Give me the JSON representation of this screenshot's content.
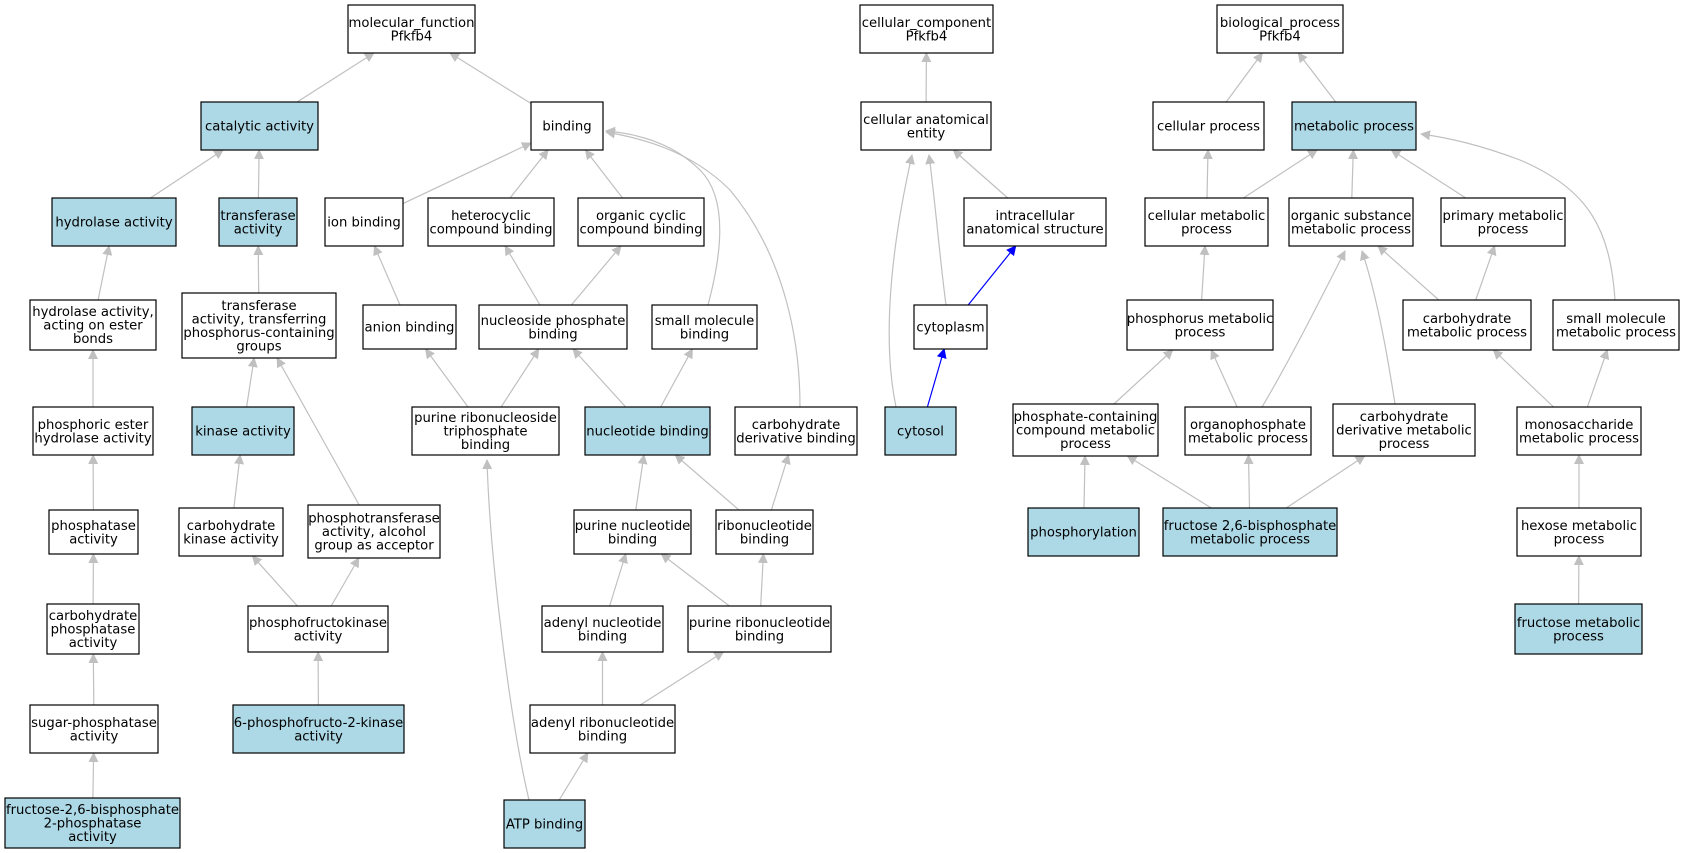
{
  "graph": {
    "colors": {
      "annotated_fill": "#add8e6",
      "plain_fill": "#ffffff",
      "border": "#000000",
      "edge_grey": "#c0c0c0",
      "edge_highlight": "#0000ff"
    },
    "nodes": [
      {
        "id": "mf",
        "lines": [
          "molecular_function",
          "Pfkfb4"
        ],
        "annotated": false
      },
      {
        "id": "catalytic",
        "lines": [
          "catalytic activity"
        ],
        "annotated": true
      },
      {
        "id": "binding",
        "lines": [
          "binding"
        ],
        "annotated": false
      },
      {
        "id": "hydrolase",
        "lines": [
          "hydrolase activity"
        ],
        "annotated": true
      },
      {
        "id": "transferase",
        "lines": [
          "transferase",
          "activity"
        ],
        "annotated": true
      },
      {
        "id": "ionbinding",
        "lines": [
          "ion binding"
        ],
        "annotated": false
      },
      {
        "id": "hetcyc",
        "lines": [
          "heterocyclic",
          "compound binding"
        ],
        "annotated": false
      },
      {
        "id": "orgcyc",
        "lines": [
          "organic cyclic",
          "compound binding"
        ],
        "annotated": false
      },
      {
        "id": "hydester",
        "lines": [
          "hydrolase activity,",
          "acting on ester",
          "bonds"
        ],
        "annotated": false
      },
      {
        "id": "transphos",
        "lines": [
          "transferase",
          "activity, transferring",
          "phosphorus-containing",
          "groups"
        ],
        "annotated": false
      },
      {
        "id": "anion",
        "lines": [
          "anion binding"
        ],
        "annotated": false
      },
      {
        "id": "nucphos",
        "lines": [
          "nucleoside phosphate",
          "binding"
        ],
        "annotated": false
      },
      {
        "id": "smallmol",
        "lines": [
          "small molecule",
          "binding"
        ],
        "annotated": false
      },
      {
        "id": "phosester",
        "lines": [
          "phosphoric ester",
          "hydrolase activity"
        ],
        "annotated": false
      },
      {
        "id": "kinase",
        "lines": [
          "kinase activity"
        ],
        "annotated": true
      },
      {
        "id": "purtri",
        "lines": [
          "purine ribonucleoside",
          "triphosphate",
          "binding"
        ],
        "annotated": false
      },
      {
        "id": "nucleotide",
        "lines": [
          "nucleotide binding"
        ],
        "annotated": true
      },
      {
        "id": "carbder",
        "lines": [
          "carbohydrate",
          "derivative binding"
        ],
        "annotated": false
      },
      {
        "id": "phosphatase",
        "lines": [
          "phosphatase",
          "activity"
        ],
        "annotated": false
      },
      {
        "id": "carbkin",
        "lines": [
          "carbohydrate",
          "kinase activity"
        ],
        "annotated": false
      },
      {
        "id": "phostrans",
        "lines": [
          "phosphotransferase",
          "activity, alcohol",
          "group as acceptor"
        ],
        "annotated": false
      },
      {
        "id": "purnuc",
        "lines": [
          "purine nucleotide",
          "binding"
        ],
        "annotated": false
      },
      {
        "id": "ribonuc",
        "lines": [
          "ribonucleotide",
          "binding"
        ],
        "annotated": false
      },
      {
        "id": "carbphosphatase",
        "lines": [
          "carbohydrate",
          "phosphatase",
          "activity"
        ],
        "annotated": false
      },
      {
        "id": "pfk",
        "lines": [
          "phosphofructokinase",
          "activity"
        ],
        "annotated": false
      },
      {
        "id": "adenylnuc",
        "lines": [
          "adenyl nucleotide",
          "binding"
        ],
        "annotated": false
      },
      {
        "id": "purribo",
        "lines": [
          "purine ribonucleotide",
          "binding"
        ],
        "annotated": false
      },
      {
        "id": "sugarphos",
        "lines": [
          "sugar-phosphatase",
          "activity"
        ],
        "annotated": false
      },
      {
        "id": "pfk2",
        "lines": [
          "6-phosphofructo-2-kinase",
          "activity"
        ],
        "annotated": true
      },
      {
        "id": "adenylribo",
        "lines": [
          "adenyl ribonucleotide",
          "binding"
        ],
        "annotated": false
      },
      {
        "id": "f26bp2p",
        "lines": [
          "fructose-2,6-bisphosphate",
          "2-phosphatase",
          "activity"
        ],
        "annotated": true
      },
      {
        "id": "atp",
        "lines": [
          "ATP binding"
        ],
        "annotated": true
      },
      {
        "id": "cc",
        "lines": [
          "cellular_component",
          "Pfkfb4"
        ],
        "annotated": false
      },
      {
        "id": "cae",
        "lines": [
          "cellular anatomical",
          "entity"
        ],
        "annotated": false
      },
      {
        "id": "intra",
        "lines": [
          "intracellular",
          "anatomical structure"
        ],
        "annotated": false
      },
      {
        "id": "cytoplasm",
        "lines": [
          "cytoplasm"
        ],
        "annotated": false
      },
      {
        "id": "cytosol",
        "lines": [
          "cytosol"
        ],
        "annotated": true
      },
      {
        "id": "bp",
        "lines": [
          "biological_process",
          "Pfkfb4"
        ],
        "annotated": false
      },
      {
        "id": "cellproc",
        "lines": [
          "cellular process"
        ],
        "annotated": false
      },
      {
        "id": "metproc",
        "lines": [
          "metabolic process"
        ],
        "annotated": true
      },
      {
        "id": "cellmet",
        "lines": [
          "cellular metabolic",
          "process"
        ],
        "annotated": false
      },
      {
        "id": "orgsub",
        "lines": [
          "organic substance",
          "metabolic process"
        ],
        "annotated": false
      },
      {
        "id": "primet",
        "lines": [
          "primary metabolic",
          "process"
        ],
        "annotated": false
      },
      {
        "id": "phosmet",
        "lines": [
          "phosphorus metabolic",
          "process"
        ],
        "annotated": false
      },
      {
        "id": "carbmet",
        "lines": [
          "carbohydrate",
          "metabolic process"
        ],
        "annotated": false
      },
      {
        "id": "smallmet",
        "lines": [
          "small molecule",
          "metabolic process"
        ],
        "annotated": false
      },
      {
        "id": "phoscont",
        "lines": [
          "phosphate-containing",
          "compound metabolic",
          "process"
        ],
        "annotated": false
      },
      {
        "id": "organophos",
        "lines": [
          "organophosphate",
          "metabolic process"
        ],
        "annotated": false
      },
      {
        "id": "carbdermet",
        "lines": [
          "carbohydrate",
          "derivative metabolic",
          "process"
        ],
        "annotated": false
      },
      {
        "id": "monosac",
        "lines": [
          "monosaccharide",
          "metabolic process"
        ],
        "annotated": false
      },
      {
        "id": "phosphorylation",
        "lines": [
          "phosphorylation"
        ],
        "annotated": true
      },
      {
        "id": "f26bpmet",
        "lines": [
          "fructose 2,6-bisphosphate",
          "metabolic process"
        ],
        "annotated": true
      },
      {
        "id": "hexose",
        "lines": [
          "hexose metabolic",
          "process"
        ],
        "annotated": false
      },
      {
        "id": "fructose",
        "lines": [
          "fructose metabolic",
          "process"
        ],
        "annotated": true
      }
    ],
    "edges": [
      {
        "from": "catalytic",
        "to": "mf"
      },
      {
        "from": "binding",
        "to": "mf"
      },
      {
        "from": "hydrolase",
        "to": "catalytic"
      },
      {
        "from": "transferase",
        "to": "catalytic"
      },
      {
        "from": "ionbinding",
        "to": "binding"
      },
      {
        "from": "hetcyc",
        "to": "binding"
      },
      {
        "from": "orgcyc",
        "to": "binding"
      },
      {
        "from": "smallmol",
        "to": "binding"
      },
      {
        "from": "carbder",
        "to": "binding"
      },
      {
        "from": "hydester",
        "to": "hydrolase"
      },
      {
        "from": "transphos",
        "to": "transferase"
      },
      {
        "from": "anion",
        "to": "ionbinding"
      },
      {
        "from": "nucphos",
        "to": "hetcyc"
      },
      {
        "from": "nucphos",
        "to": "orgcyc"
      },
      {
        "from": "phosester",
        "to": "hydester"
      },
      {
        "from": "kinase",
        "to": "transphos"
      },
      {
        "from": "phostrans",
        "to": "transphos"
      },
      {
        "from": "purtri",
        "to": "anion"
      },
      {
        "from": "purtri",
        "to": "nucphos"
      },
      {
        "from": "nucleotide",
        "to": "nucphos"
      },
      {
        "from": "nucleotide",
        "to": "smallmol"
      },
      {
        "from": "phosphatase",
        "to": "phosester"
      },
      {
        "from": "carbkin",
        "to": "kinase"
      },
      {
        "from": "purnuc",
        "to": "nucleotide"
      },
      {
        "from": "ribonuc",
        "to": "nucleotide"
      },
      {
        "from": "ribonuc",
        "to": "carbder"
      },
      {
        "from": "carbphosphatase",
        "to": "phosphatase"
      },
      {
        "from": "pfk",
        "to": "carbkin"
      },
      {
        "from": "pfk",
        "to": "phostrans"
      },
      {
        "from": "adenylnuc",
        "to": "purnuc"
      },
      {
        "from": "purribo",
        "to": "purnuc"
      },
      {
        "from": "purribo",
        "to": "ribonuc"
      },
      {
        "from": "sugarphos",
        "to": "carbphosphatase"
      },
      {
        "from": "pfk2",
        "to": "pfk"
      },
      {
        "from": "adenylribo",
        "to": "adenylnuc"
      },
      {
        "from": "adenylribo",
        "to": "purribo"
      },
      {
        "from": "f26bp2p",
        "to": "sugarphos"
      },
      {
        "from": "atp",
        "to": "adenylribo"
      },
      {
        "from": "atp",
        "to": "purtri"
      },
      {
        "from": "cae",
        "to": "cc"
      },
      {
        "from": "intra",
        "to": "cae"
      },
      {
        "from": "cytoplasm",
        "to": "cae"
      },
      {
        "from": "cytoplasm",
        "to": "intra",
        "highlight": true
      },
      {
        "from": "cytosol",
        "to": "cae"
      },
      {
        "from": "cytosol",
        "to": "cytoplasm",
        "highlight": true
      },
      {
        "from": "cellproc",
        "to": "bp"
      },
      {
        "from": "metproc",
        "to": "bp"
      },
      {
        "from": "cellmet",
        "to": "cellproc"
      },
      {
        "from": "cellmet",
        "to": "metproc"
      },
      {
        "from": "orgsub",
        "to": "metproc"
      },
      {
        "from": "primet",
        "to": "metproc"
      },
      {
        "from": "smallmet",
        "to": "metproc"
      },
      {
        "from": "phosmet",
        "to": "cellmet"
      },
      {
        "from": "carbmet",
        "to": "orgsub"
      },
      {
        "from": "carbmet",
        "to": "primet"
      },
      {
        "from": "phoscont",
        "to": "phosmet"
      },
      {
        "from": "organophos",
        "to": "phosmet"
      },
      {
        "from": "organophos",
        "to": "orgsub"
      },
      {
        "from": "carbdermet",
        "to": "orgsub"
      },
      {
        "from": "monosac",
        "to": "carbmet"
      },
      {
        "from": "monosac",
        "to": "smallmet"
      },
      {
        "from": "phosphorylation",
        "to": "phoscont"
      },
      {
        "from": "f26bpmet",
        "to": "phoscont"
      },
      {
        "from": "f26bpmet",
        "to": "organophos"
      },
      {
        "from": "f26bpmet",
        "to": "carbdermet"
      },
      {
        "from": "hexose",
        "to": "monosac"
      },
      {
        "from": "fructose",
        "to": "hexose"
      }
    ]
  }
}
